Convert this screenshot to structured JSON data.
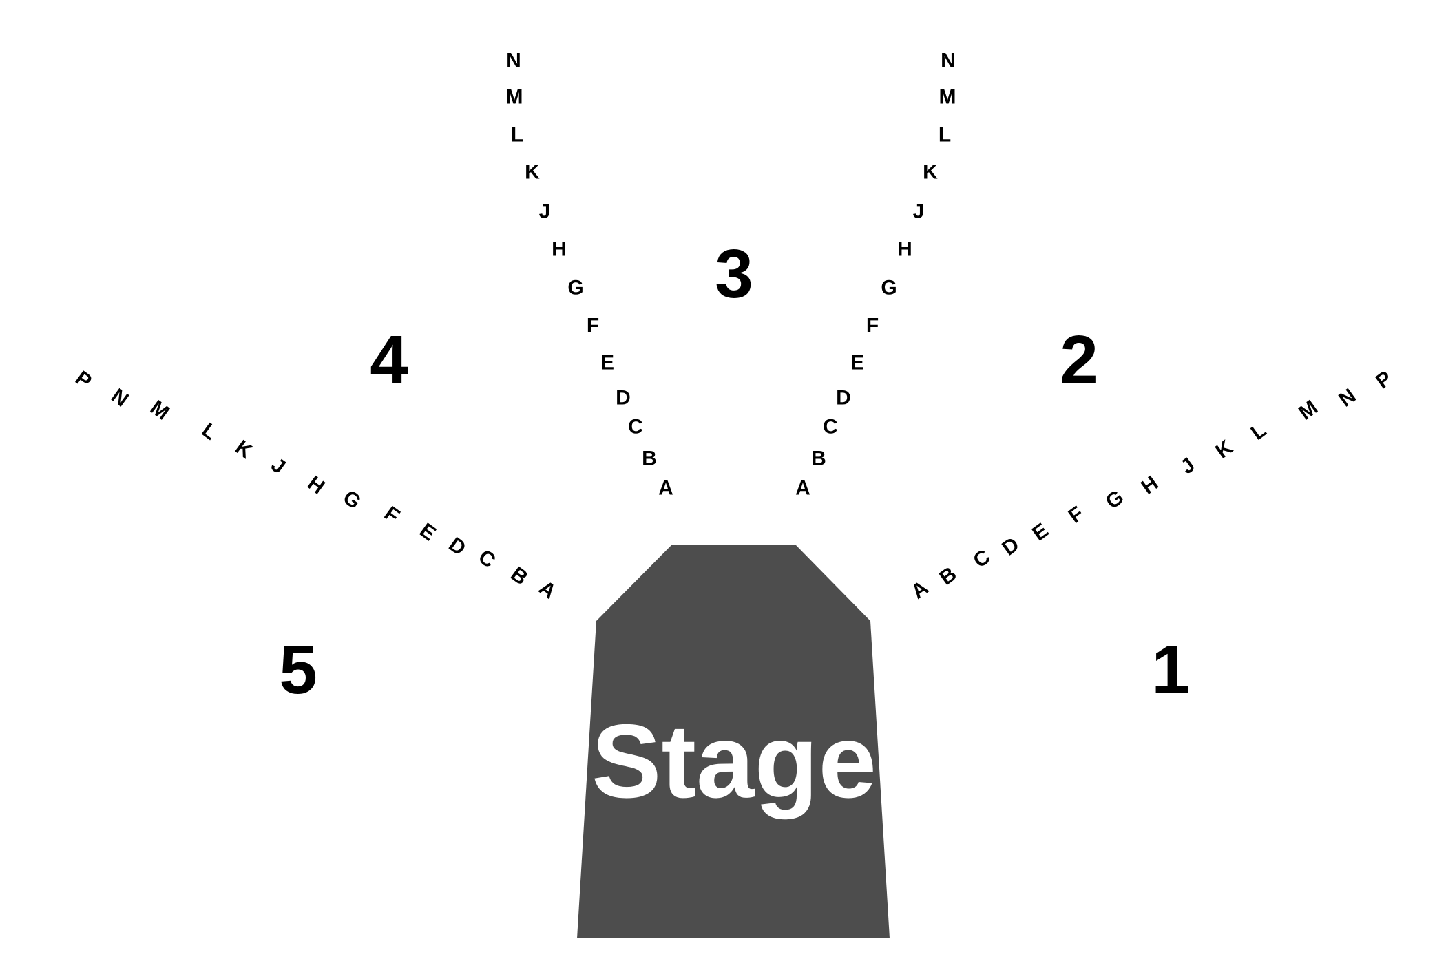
{
  "stage": {
    "label": "Stage",
    "color": "#4d4d4d",
    "label_color": "#ffffff"
  },
  "sections": [
    {
      "id": "section-1",
      "number": "1"
    },
    {
      "id": "section-2",
      "number": "2"
    },
    {
      "id": "section-3",
      "number": "3"
    },
    {
      "id": "section-4",
      "number": "4"
    },
    {
      "id": "section-5",
      "number": "5"
    }
  ],
  "aisles": [
    {
      "id": "aisle-upper-left",
      "rows": [
        "A",
        "B",
        "C",
        "D",
        "E",
        "F",
        "G",
        "H",
        "J",
        "K",
        "L",
        "M",
        "N"
      ]
    },
    {
      "id": "aisle-upper-right",
      "rows": [
        "A",
        "B",
        "C",
        "D",
        "E",
        "F",
        "G",
        "H",
        "J",
        "K",
        "L",
        "M",
        "N"
      ]
    },
    {
      "id": "aisle-lower-left",
      "rows": [
        "A",
        "B",
        "C",
        "D",
        "E",
        "F",
        "G",
        "H",
        "J",
        "K",
        "L",
        "M",
        "N",
        "P"
      ]
    },
    {
      "id": "aisle-lower-right",
      "rows": [
        "A",
        "B",
        "C",
        "D",
        "E",
        "F",
        "G",
        "H",
        "J",
        "K",
        "L",
        "M",
        "N",
        "P"
      ]
    }
  ]
}
